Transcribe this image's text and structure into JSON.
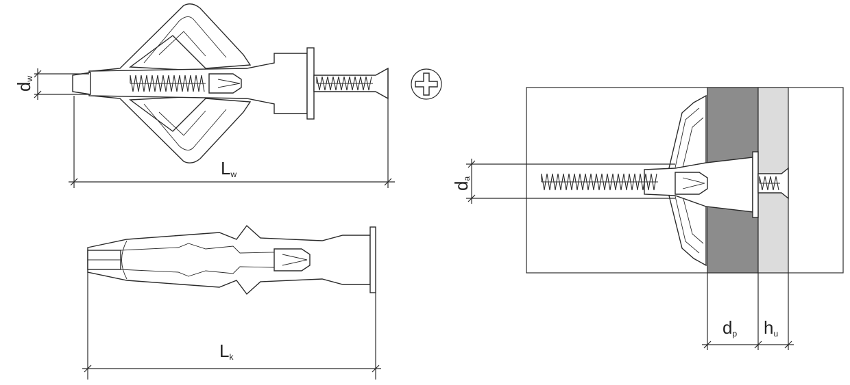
{
  "labels": {
    "dw": {
      "main": "d",
      "sub": "w"
    },
    "lw": {
      "main": "L",
      "sub": "w"
    },
    "lk": {
      "main": "L",
      "sub": "k"
    },
    "da": {
      "main": "d",
      "sub": "a"
    },
    "dp": {
      "main": "d",
      "sub": "p"
    },
    "hu": {
      "main": "h",
      "sub": "u"
    }
  },
  "colors": {
    "wall_dark": "#8c8c8c",
    "wall_light": "#dcdcdc",
    "line": "#2b2b2b"
  },
  "icons": {
    "drive": "phillips-drive-icon"
  }
}
